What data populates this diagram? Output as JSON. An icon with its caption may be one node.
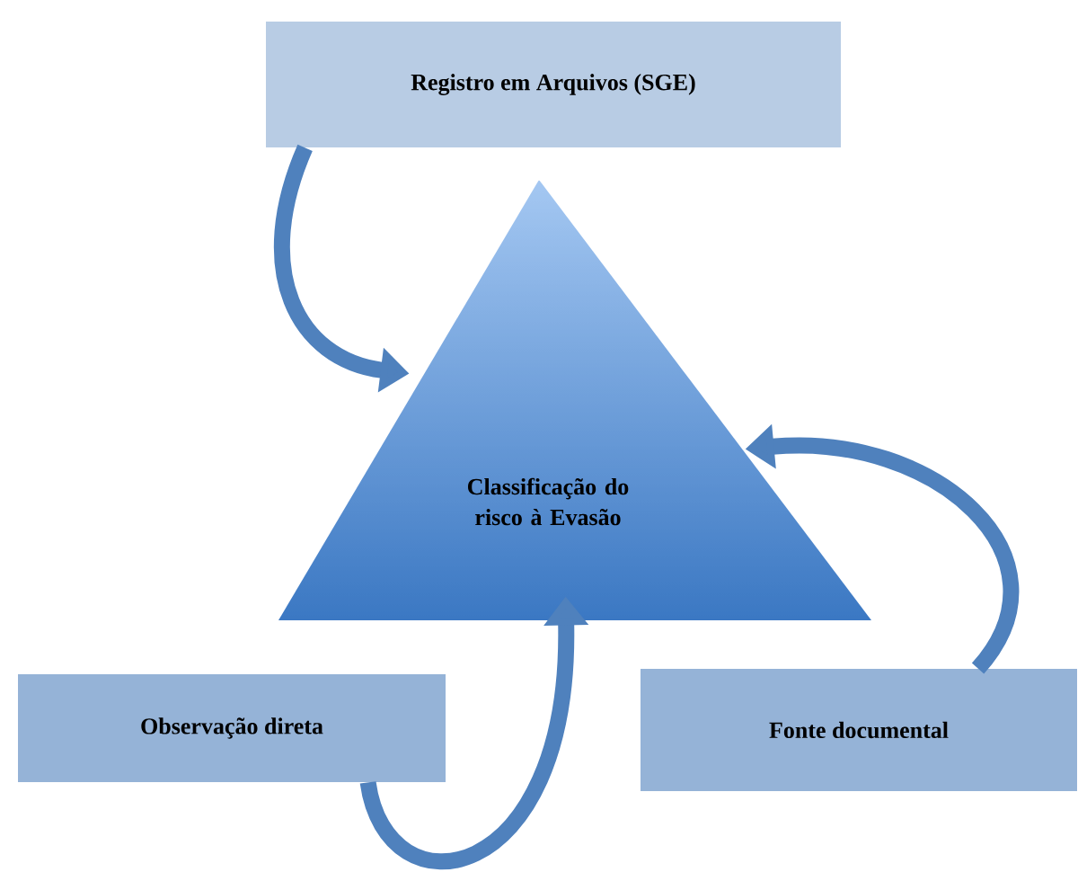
{
  "diagram": {
    "nodes": [
      {
        "text": [
          "Registro em Arquivos (SGE)"
        ]
      },
      {
        "text": [
          "Classificação do risco à Evasão"
        ]
      },
      {
        "text": [
          "Observação direta"
        ]
      },
      {
        "text": [
          "Fonte documental"
        ]
      }
    ],
    "edges": [
      {
        "from": 0,
        "to": 1,
        "arrow": "to"
      },
      {
        "from": 3,
        "to": 1,
        "arrow": "to"
      },
      {
        "from": 2,
        "to": 1,
        "arrow": "to"
      }
    ]
  }
}
